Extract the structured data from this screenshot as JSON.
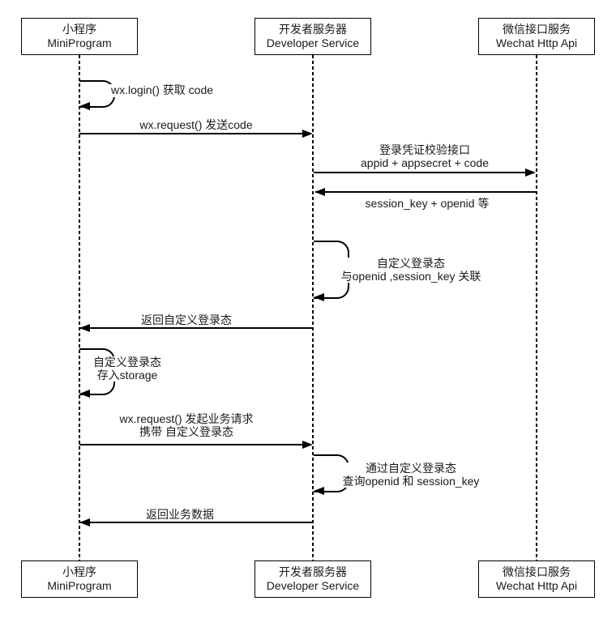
{
  "colors": {
    "stroke": "#000000",
    "text": "#1a1a1a",
    "background": "#ffffff"
  },
  "actors": {
    "miniprogram": {
      "zh": "小程序",
      "en": "MiniProgram"
    },
    "developer": {
      "zh": "开发者服务器",
      "en": "Developer Service"
    },
    "wechat": {
      "zh": "微信接口服务",
      "en": "Wechat Http Api"
    }
  },
  "messages": {
    "login_self": {
      "line1": "wx.login() 获取 code"
    },
    "send_code": {
      "line1": "wx.request() 发送code"
    },
    "verify_api": {
      "line1": "登录凭证校验接口",
      "line2": "appid + appsecret + code"
    },
    "session_return": {
      "line1": "session_key + openid 等"
    },
    "custom_state": {
      "line1": "自定义登录态",
      "line2": "与openid ,session_key 关联"
    },
    "return_state": {
      "line1": "返回自定义登录态"
    },
    "store_state": {
      "line1": "自定义登录态",
      "line2": "存入storage"
    },
    "business_request": {
      "line1": "wx.request() 发起业务请求",
      "line2": "携带 自定义登录态"
    },
    "query_state": {
      "line1": "通过自定义登录态",
      "line2": "查询openid 和 session_key"
    },
    "return_data": {
      "line1": "返回业务数据"
    }
  }
}
